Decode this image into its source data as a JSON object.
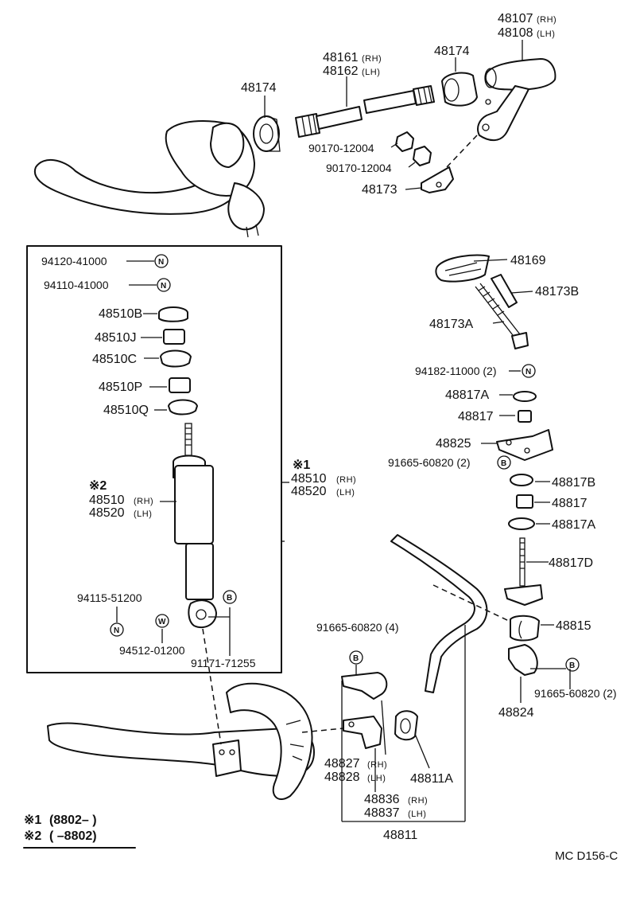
{
  "labels": {
    "p48107": "48107",
    "p48107_sfx": "(RH)",
    "p48108": "48108",
    "p48108_sfx": "(LH)",
    "p48161": "48161",
    "p48161_sfx": "(RH)",
    "p48162": "48162",
    "p48162_sfx": "(LH)",
    "p48174a": "48174",
    "p48174b": "48174",
    "p90170a": "90170-12004",
    "p90170b": "90170-12004",
    "p48173": "48173",
    "p94120": "94120-41000",
    "p94110": "94110-41000",
    "p48510B": "48510B",
    "p48510J": "48510J",
    "p48510C": "48510C",
    "p48510P": "48510P",
    "p48510Q": "48510Q",
    "mark1": "※1",
    "p48510_1": "48510",
    "p48510_1_sfx": "(RH)",
    "p48520_1": "48520",
    "p48520_1_sfx": "(LH)",
    "mark2": "※2",
    "p48510_2": "48510",
    "p48510_2_sfx": "(RH)",
    "p48520_2": "48520",
    "p48520_2_sfx": "(LH)",
    "p94115": "94115-51200",
    "p94512": "94512-01200",
    "p91171": "91171-71255",
    "p48169": "48169",
    "p48173B": "48173B",
    "p48173A": "48173A",
    "p94182": "94182-11000 (2)",
    "p48817A_top": "48817A",
    "p48817_top": "48817",
    "p48825": "48825",
    "p91665_a": "91665-60820 (2)",
    "p48817B": "48817B",
    "p48817_mid": "48817",
    "p48817A_mid": "48817A",
    "p48817D": "48817D",
    "p48815": "48815",
    "p91665_b": "91665-60820 (4)",
    "p91665_c": "91665-60820 (2)",
    "p48824": "48824",
    "p48827": "48827",
    "p48827_sfx": "(RH)",
    "p48828": "48828",
    "p48828_sfx": "(LH)",
    "p48836": "48836",
    "p48836_sfx": "(RH)",
    "p48837": "48837",
    "p48837_sfx": "(LH)",
    "p48811A": "48811A",
    "p48811": "48811"
  },
  "symbols": {
    "N": "N",
    "B": "B",
    "W": "W"
  },
  "legend": {
    "row1_mark": "※1",
    "row1_text": "(8802–      )",
    "row2_mark": "※2",
    "row2_text": "(      –8802)"
  },
  "diagram_code": "MC  D156-C"
}
